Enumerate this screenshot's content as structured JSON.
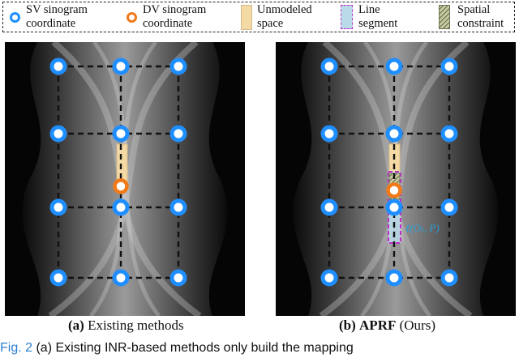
{
  "legend": {
    "sv": [
      "SV sinogram",
      "coordinate"
    ],
    "dv": [
      "DV sinogram",
      "coordinate"
    ],
    "unmodeled": [
      "Unmodeled",
      "space"
    ],
    "line": [
      "Line",
      "segment"
    ],
    "spatial": [
      "Spatial",
      "constraint"
    ]
  },
  "colors": {
    "sv": "#1f8fff",
    "dv": "#f07a18",
    "unmodeled": "#f3d9a4",
    "line_fill": "#b9dbe9",
    "line_border": "#c22ec9",
    "spatial": "#8f9a6c",
    "label": "#2aa0d8"
  },
  "panels": {
    "a": {
      "tag": "(a)",
      "title": "Existing methods"
    },
    "b": {
      "tag": "(b)",
      "title": "APRF",
      "suffix": " (Ours)",
      "segment_label": "ℓ(Oₜ, P)"
    }
  },
  "figure_line": {
    "fig": "Fig. 2",
    "text": "(a) Existing INR-based methods only build the mapping"
  }
}
